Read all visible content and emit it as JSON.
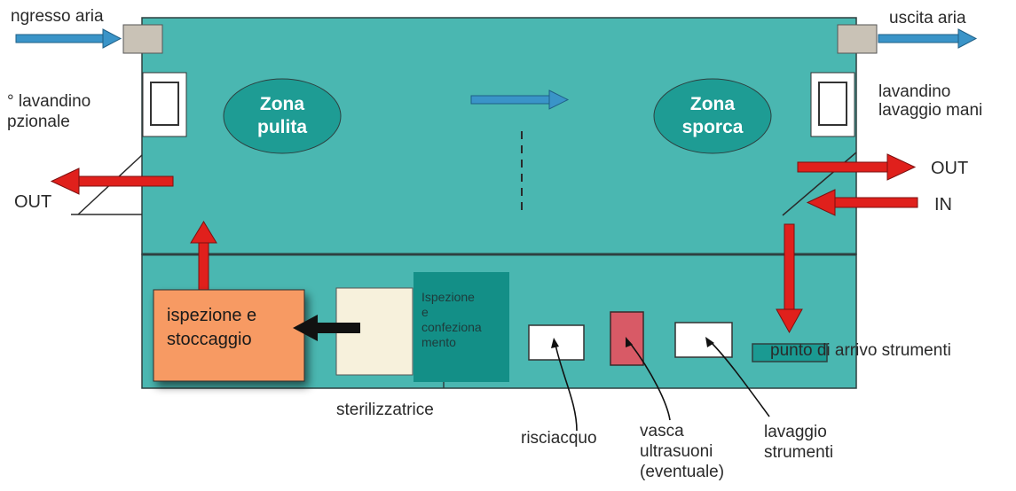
{
  "colors": {
    "room_fill": "#4ab7b1",
    "zone_fill": "#1e9c94",
    "arrow_red": "#e0201c",
    "arrow_blue": "#3a94c8",
    "orange_box": "#f79a63",
    "cream_box": "#f7f1dc",
    "dark_teal_box": "#138f87",
    "tank_red": "#d85a66",
    "outline": "#2e4040"
  },
  "labels": {
    "air_in": "ngresso aria",
    "air_out": "uscita aria",
    "sink_left": "° lavandino\npzionale",
    "sink_right": "lavandino\nlavaggio mani",
    "out_left": "OUT",
    "out_right": "OUT",
    "in_right": "IN",
    "zone_clean": "Zona\npulita",
    "zone_dirty": "Zona\nsporca",
    "storage": "ispezione e\nstoccaggio",
    "packaging": "Ispezione\ne\nconfeziona\nmento",
    "sterilizer": "sterilizzatrice",
    "rinse": "risciacquo",
    "ultrasonic": "vasca\nultrasuoni\n(eventuale)",
    "instrument_wash": "lavaggio\nstrumenti",
    "arrival": "punto di arrivo strumenti"
  },
  "icons": {
    "air_vent": "rectangle-vent-icon",
    "sink": "sink-icon",
    "flow_arrow": "arrow-icon"
  }
}
